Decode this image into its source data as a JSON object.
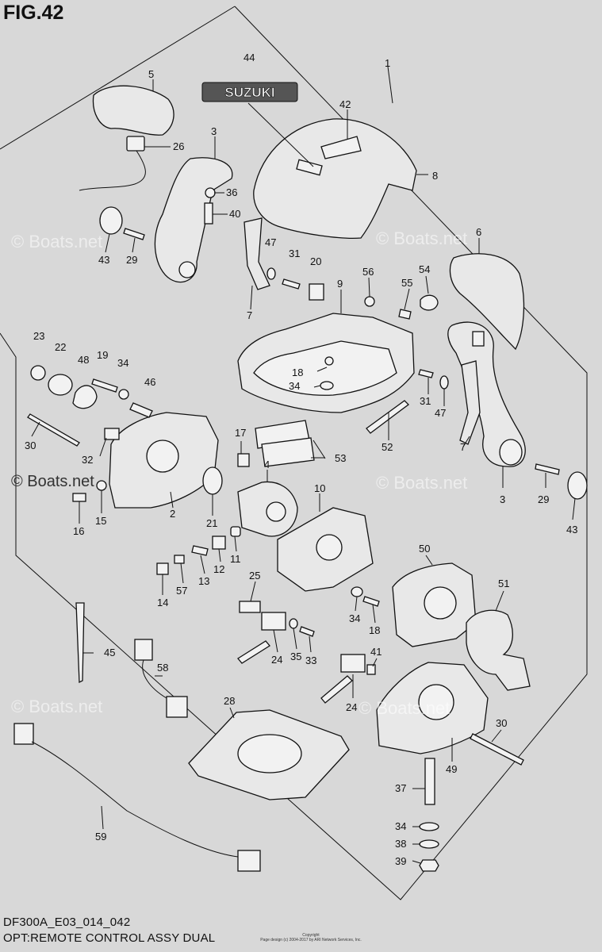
{
  "figure": {
    "title": "FIG.42",
    "code": "DF300A_E03_014_042",
    "description": "OPT:REMOTE CONTROL ASSY DUAL",
    "logo_text": "SUZUKI",
    "copyright_lines": [
      "Copyright",
      "Page design (c) 2004-2017 by ARI Network Services, Inc."
    ]
  },
  "watermarks": [
    "© Boats.net",
    "© Boats.net",
    "© Boats.net",
    "© Boats.net",
    "© Boats.net",
    "© Boats.net"
  ],
  "callouts": [
    {
      "id": "c44",
      "label": "44"
    },
    {
      "id": "c1",
      "label": "1"
    },
    {
      "id": "c5",
      "label": "5"
    },
    {
      "id": "c42",
      "label": "42"
    },
    {
      "id": "c3a",
      "label": "3"
    },
    {
      "id": "c26",
      "label": "26"
    },
    {
      "id": "c8",
      "label": "8"
    },
    {
      "id": "c36",
      "label": "36"
    },
    {
      "id": "c40",
      "label": "40"
    },
    {
      "id": "c6",
      "label": "6"
    },
    {
      "id": "c43a",
      "label": "43"
    },
    {
      "id": "c29a",
      "label": "29"
    },
    {
      "id": "c47a",
      "label": "47"
    },
    {
      "id": "c31a",
      "label": "31"
    },
    {
      "id": "c20",
      "label": "20"
    },
    {
      "id": "c56",
      "label": "56"
    },
    {
      "id": "c55",
      "label": "55"
    },
    {
      "id": "c54",
      "label": "54"
    },
    {
      "id": "c7a",
      "label": "7"
    },
    {
      "id": "c9",
      "label": "9"
    },
    {
      "id": "c23",
      "label": "23"
    },
    {
      "id": "c22",
      "label": "22"
    },
    {
      "id": "c19",
      "label": "19"
    },
    {
      "id": "c48",
      "label": "48"
    },
    {
      "id": "c34a",
      "label": "34"
    },
    {
      "id": "c46",
      "label": "46"
    },
    {
      "id": "c18a",
      "label": "18"
    },
    {
      "id": "c34b",
      "label": "34"
    },
    {
      "id": "c31b",
      "label": "31"
    },
    {
      "id": "c47b",
      "label": "47"
    },
    {
      "id": "c30a",
      "label": "30"
    },
    {
      "id": "c52",
      "label": "52"
    },
    {
      "id": "c7b",
      "label": "7"
    },
    {
      "id": "c17",
      "label": "17"
    },
    {
      "id": "c53",
      "label": "53"
    },
    {
      "id": "c32",
      "label": "32"
    },
    {
      "id": "c4",
      "label": "4"
    },
    {
      "id": "c10",
      "label": "10"
    },
    {
      "id": "c29b",
      "label": "29"
    },
    {
      "id": "c3b",
      "label": "3"
    },
    {
      "id": "c2",
      "label": "2"
    },
    {
      "id": "c16",
      "label": "16"
    },
    {
      "id": "c15",
      "label": "15"
    },
    {
      "id": "c21",
      "label": "21"
    },
    {
      "id": "c11",
      "label": "11"
    },
    {
      "id": "c43b",
      "label": "43"
    },
    {
      "id": "c12",
      "label": "12"
    },
    {
      "id": "c13",
      "label": "13"
    },
    {
      "id": "c57",
      "label": "57"
    },
    {
      "id": "c14",
      "label": "14"
    },
    {
      "id": "c25",
      "label": "25"
    },
    {
      "id": "c50",
      "label": "50"
    },
    {
      "id": "c51",
      "label": "51"
    },
    {
      "id": "c34c",
      "label": "34"
    },
    {
      "id": "c18b",
      "label": "18"
    },
    {
      "id": "c45",
      "label": "45"
    },
    {
      "id": "c24a",
      "label": "24"
    },
    {
      "id": "c35",
      "label": "35"
    },
    {
      "id": "c33",
      "label": "33"
    },
    {
      "id": "c41",
      "label": "41"
    },
    {
      "id": "c58",
      "label": "58"
    },
    {
      "id": "c24b",
      "label": "24"
    },
    {
      "id": "c28",
      "label": "28"
    },
    {
      "id": "c30b",
      "label": "30"
    },
    {
      "id": "c49",
      "label": "49"
    },
    {
      "id": "c37",
      "label": "37"
    },
    {
      "id": "c59",
      "label": "59"
    },
    {
      "id": "c34d",
      "label": "34"
    },
    {
      "id": "c38",
      "label": "38"
    },
    {
      "id": "c39",
      "label": "39"
    }
  ]
}
